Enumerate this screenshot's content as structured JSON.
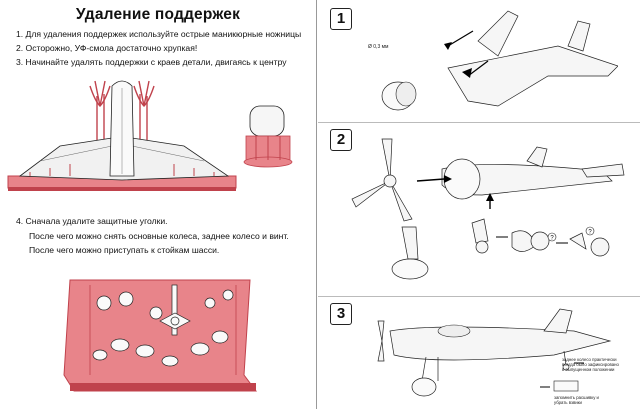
{
  "left": {
    "title": "Удаление поддержек",
    "steps": [
      "1. Для удаления поддержек используйте острые маникюрные ножницы",
      "2. Осторожно, УФ-смола достаточно хрупкая!",
      "3. Начинайте удалять поддержки с краев детали, двигаясь к центру"
    ],
    "steps2": [
      "4. Сначала удалите защитные уголки.",
      "После чего можно снять основные колеса, заднее колесо и винт.",
      "После чего можно приступать к стойкам шасси."
    ]
  },
  "panels": [
    {
      "number": "1",
      "note": "Ø 0,3 мм"
    },
    {
      "number": "2",
      "question_mark": "?"
    },
    {
      "number": "3",
      "note_wheel": [
        "заднее колесо практически",
        "всегда было зафиксировано",
        "в выпущенном положении"
      ],
      "note_flap": [
        "запомнить расшивку и",
        "убрать взвики"
      ]
    }
  ],
  "colors": {
    "support": "#e8848a",
    "support_dark": "#c0424c",
    "outline": "#222222",
    "wing": "#f4f4f4"
  }
}
